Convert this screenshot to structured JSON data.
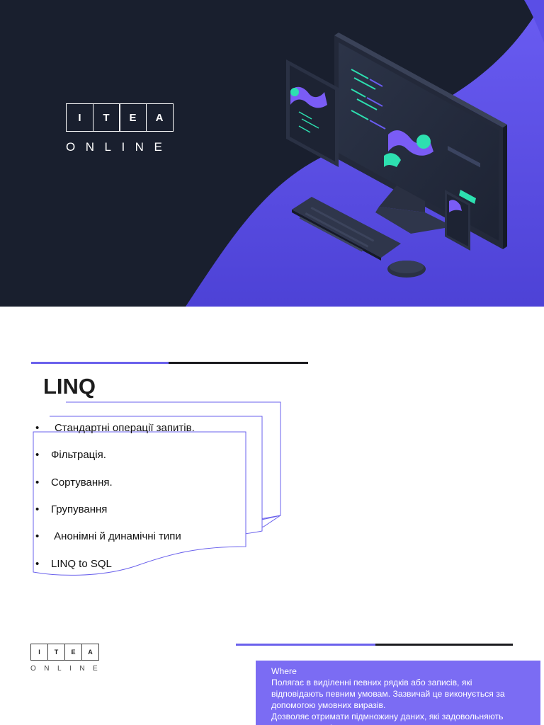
{
  "hero": {
    "logo": {
      "letters": [
        "I",
        "T",
        "E",
        "A"
      ],
      "subtitle": "ONLINE"
    },
    "colors": {
      "background": "#191f2e",
      "accent": "#5a4ee6",
      "code_green": "#2de0b0"
    }
  },
  "slide": {
    "title": "LINQ",
    "bullets": [
      "Стандартні операції запитів.",
      "Фільтрація.",
      "Сортування.",
      "Групування",
      " Анонімні й динамічні типи",
      "LINQ to SQL"
    ],
    "bullet_symbol": "•",
    "accent_color": "#6a61ec"
  },
  "footer": {
    "logo": {
      "letters": [
        "I",
        "T",
        "E",
        "A"
      ],
      "subtitle": "ONLINE"
    },
    "note": {
      "heading": "Where",
      "lines": [
        "Полягає в виділенні певних рядків або записів, які відповідають певним умовам. Зазвичай це виконується за допомогою умовних виразів.",
        "Дозволяє отримати підмножину даних, які задовольняють певним критеріям."
      ]
    }
  }
}
